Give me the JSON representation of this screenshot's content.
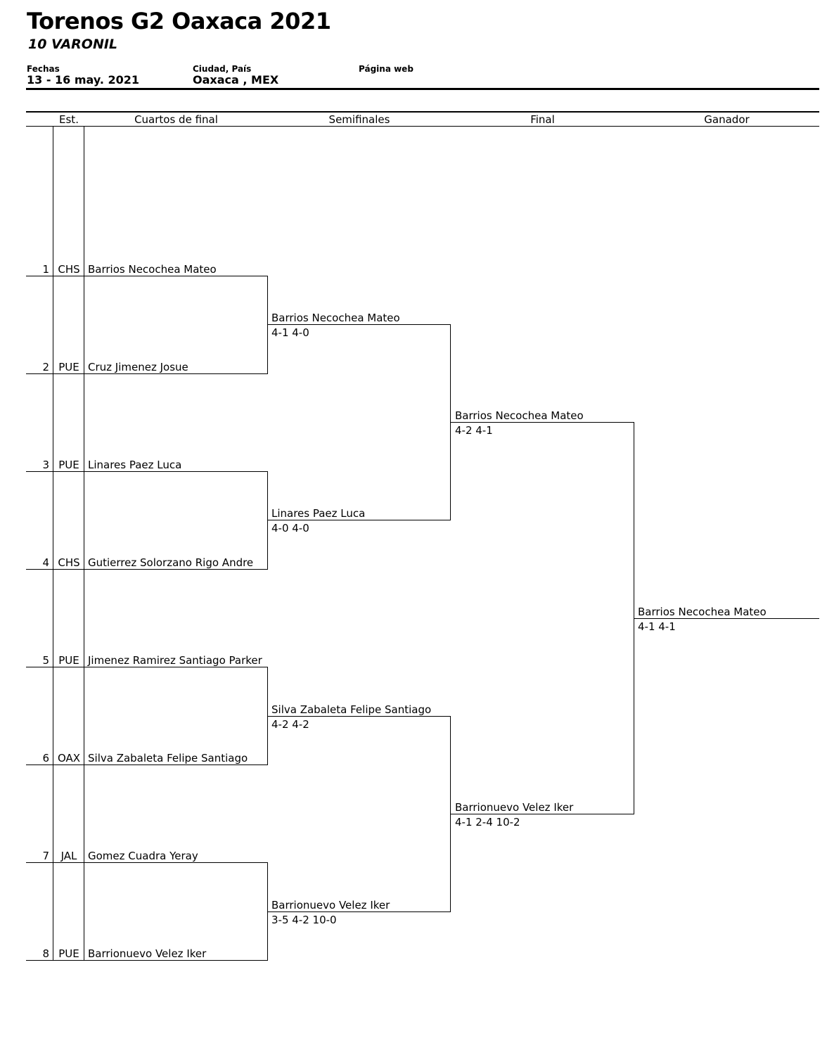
{
  "header": {
    "title": "Torenos G2 Oaxaca 2021",
    "subtitle": "10 VARONIL",
    "dates_label": "Fechas",
    "dates_value": "13 - 16 may. 2021",
    "city_label": "Ciudad, País",
    "city_value": "Oaxaca , MEX",
    "web_label": "Página web",
    "web_value": ""
  },
  "columns": {
    "est": "Est.",
    "quarters": "Cuartos de final",
    "semis": "Semifinales",
    "final": "Final",
    "winner": "Ganador"
  },
  "draw": [
    {
      "seed": "1",
      "state": "CHS",
      "name": "Barrios Necochea Mateo"
    },
    {
      "seed": "2",
      "state": "PUE",
      "name": "Cruz Jimenez Josue"
    },
    {
      "seed": "3",
      "state": "PUE",
      "name": "Linares Paez Luca"
    },
    {
      "seed": "4",
      "state": "CHS",
      "name": "Gutierrez Solorzano Rigo Andre"
    },
    {
      "seed": "5",
      "state": "PUE",
      "name": "Jimenez Ramirez Santiago Parker"
    },
    {
      "seed": "6",
      "state": "OAX",
      "name": "Silva Zabaleta Felipe Santiago"
    },
    {
      "seed": "7",
      "state": "JAL",
      "name": "Gomez Cuadra Yeray"
    },
    {
      "seed": "8",
      "state": "PUE",
      "name": "Barrionuevo Velez Iker"
    }
  ],
  "semifinals": [
    {
      "name": "Barrios Necochea Mateo",
      "score": "4-1 4-0"
    },
    {
      "name": "Linares Paez Luca",
      "score": "4-0 4-0"
    },
    {
      "name": "Silva Zabaleta Felipe Santiago",
      "score": "4-2 4-2"
    },
    {
      "name": "Barrionuevo Velez Iker",
      "score": "3-5 4-2 10-0"
    }
  ],
  "final": [
    {
      "name": "Barrios Necochea Mateo",
      "score": "4-2 4-1"
    },
    {
      "name": "Barrionuevo Velez Iker",
      "score": "4-1 2-4 10-2"
    }
  ],
  "winner": {
    "name": "Barrios Necochea Mateo",
    "score": "4-1 4-1"
  }
}
